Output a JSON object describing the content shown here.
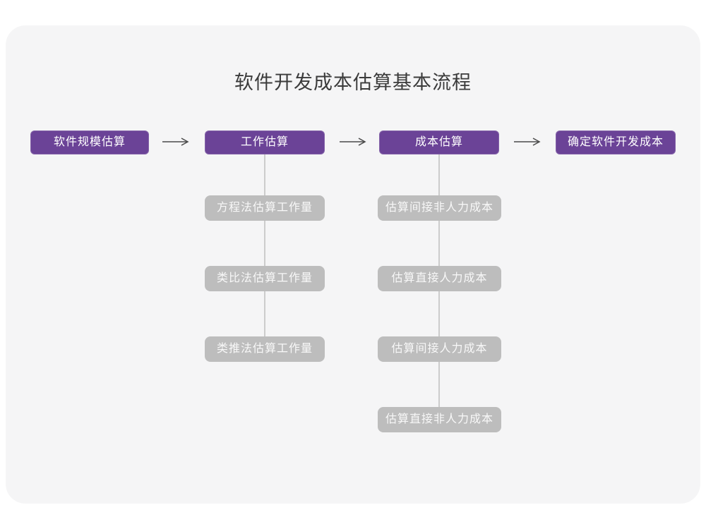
{
  "title": "软件开发成本估算基本流程",
  "flow": {
    "main_steps": [
      {
        "label": "软件规模估算"
      },
      {
        "label": "工作估算"
      },
      {
        "label": "成本估算"
      },
      {
        "label": "确定软件开发成本"
      }
    ],
    "work_estimation_methods": [
      {
        "label": "方程法估算工作量"
      },
      {
        "label": "类比法估算工作量"
      },
      {
        "label": "类推法估算工作量"
      }
    ],
    "cost_estimation_steps": [
      {
        "label": "估算间接非人力成本"
      },
      {
        "label": "估算直接人力成本"
      },
      {
        "label": "估算间接人力成本"
      },
      {
        "label": "估算直接非人力成本"
      }
    ]
  },
  "colors": {
    "primary_box": "#6b4397",
    "secondary_box": "#bdbdbd",
    "card_background": "#f5f5f6",
    "page_background": "#ffffff",
    "connector_line": "#cccccc",
    "arrow": "#4a4a4a",
    "title_text": "#3b3b3b",
    "box_text": "#ffffff"
  }
}
